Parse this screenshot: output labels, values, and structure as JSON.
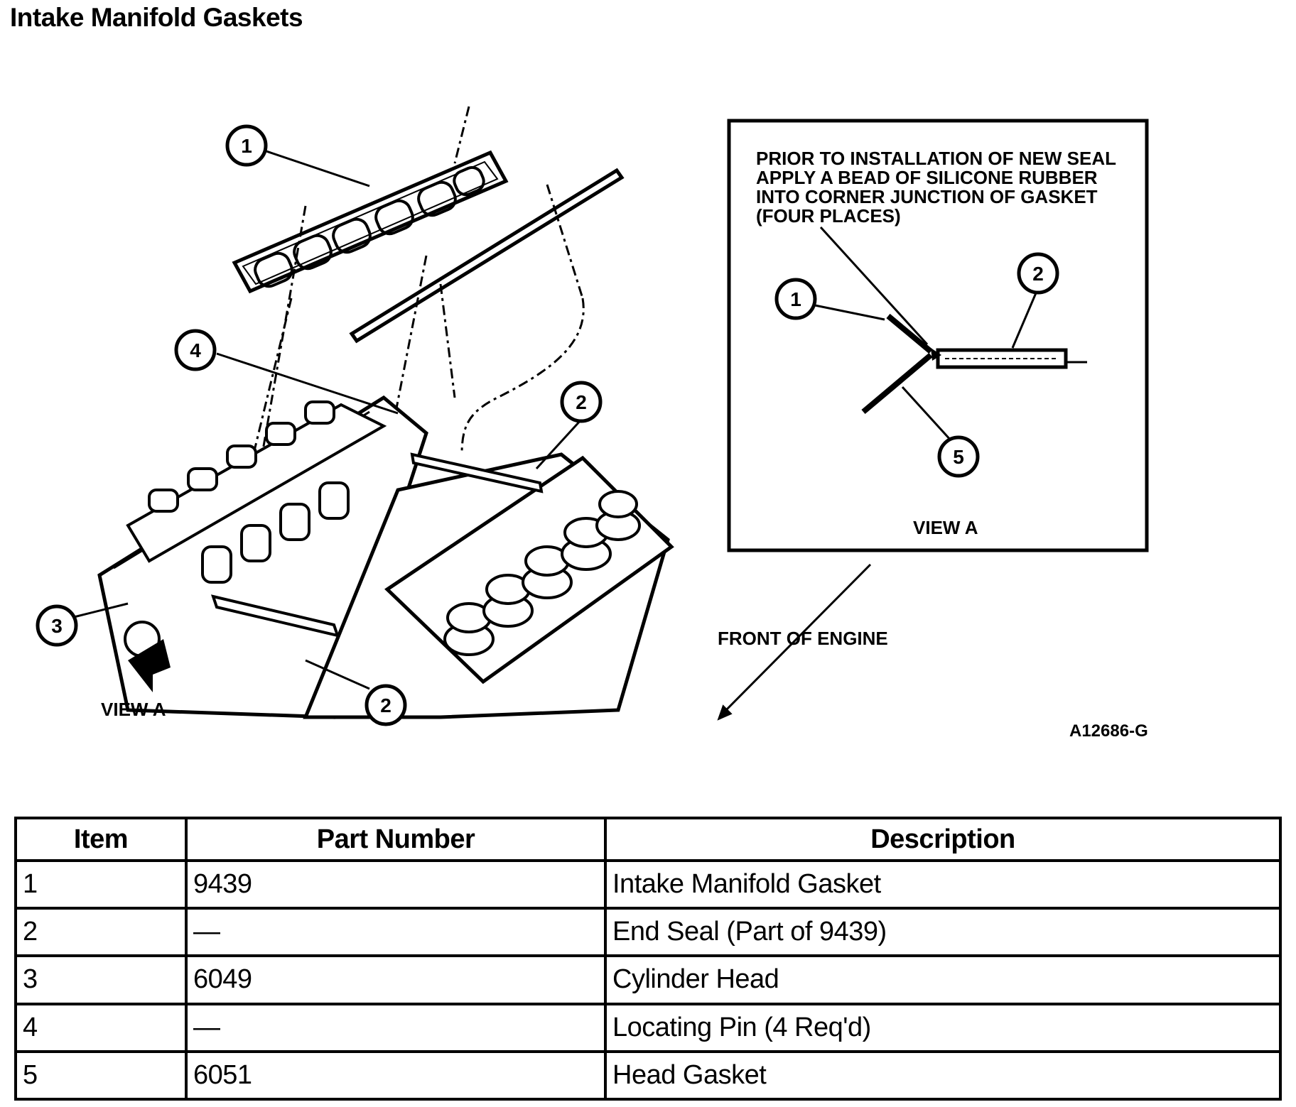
{
  "page": {
    "title": "Intake Manifold Gaskets"
  },
  "diagram": {
    "callouts": [
      "1",
      "2",
      "3",
      "4",
      "2",
      "1",
      "2",
      "5"
    ],
    "view_a_arrow_label": "VIEW A",
    "front_of_engine_label": "FRONT OF ENGINE",
    "figure_id": "A12686-G",
    "inset": {
      "note_lines": [
        "PRIOR TO INSTALLATION OF NEW SEAL",
        "APPLY A BEAD OF SILICONE RUBBER",
        "INTO CORNER JUNCTION OF GASKET",
        "(FOUR PLACES)"
      ],
      "view_label": "VIEW A"
    }
  },
  "table": {
    "headers": [
      "Item",
      "Part Number",
      "Description"
    ],
    "rows": [
      [
        "1",
        "9439",
        "Intake Manifold Gasket"
      ],
      [
        "2",
        "—",
        "End Seal (Part of 9439)"
      ],
      [
        "3",
        "6049",
        "Cylinder Head"
      ],
      [
        "4",
        "—",
        "Locating Pin (4 Req'd)"
      ],
      [
        "5",
        "6051",
        "Head Gasket"
      ]
    ]
  }
}
